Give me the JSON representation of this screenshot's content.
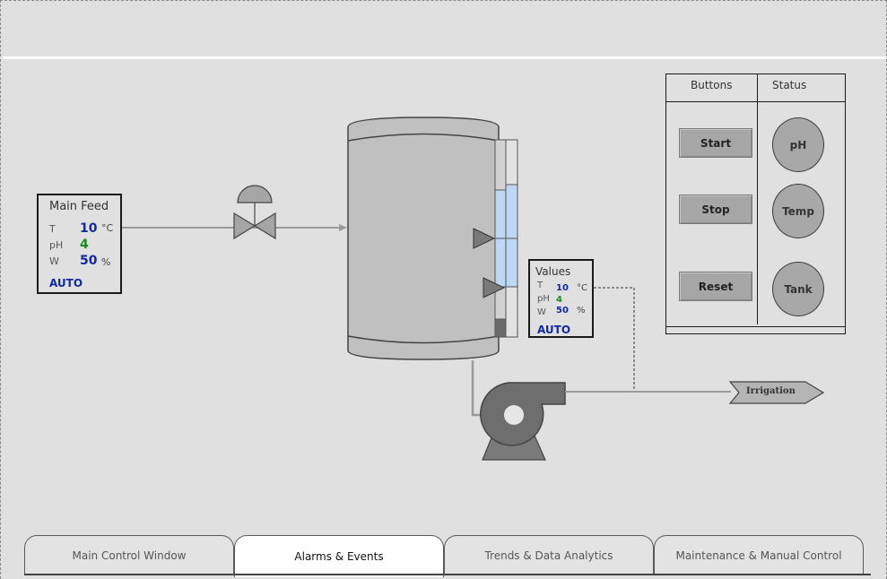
{
  "main_feed": {
    "title": "Main Feed",
    "t_label": "T",
    "t_value": "10",
    "t_unit": "°C",
    "ph_label": "pH",
    "ph_value": "4",
    "w_label": "W",
    "w_value": "50",
    "w_unit": "%",
    "mode": "AUTO"
  },
  "values": {
    "title": "Values",
    "t_label": "T",
    "t_value": "10",
    "t_unit": "°C",
    "ph_label": "pH",
    "ph_value": "4",
    "w_label": "W",
    "w_value": "50",
    "w_unit": "%",
    "mode": "AUTO"
  },
  "panel": {
    "buttons_header": "Buttons",
    "status_header": "Status",
    "start_label": "Start",
    "stop_label": "Stop",
    "reset_label": "Reset",
    "status_ph": "pH",
    "status_temp": "Temp",
    "status_tank": "Tank"
  },
  "tank": {
    "level_fraction": 0.52
  },
  "irrigation_label": "Irrigation",
  "tabs": [
    {
      "label": "Main Control Window"
    },
    {
      "label": "Alarms & Events"
    },
    {
      "label": "Trends & Data Analytics"
    },
    {
      "label": "Maintenance & Manual Control"
    }
  ],
  "active_tab": 1,
  "colors": {
    "background": "#e0e0e0",
    "tank_body": "#c0c0c0",
    "pump_body": "#6e6e6e",
    "level_fill": "#bcd8f5",
    "value_blue": "#1428a0",
    "value_green": "#1a8a1a"
  }
}
